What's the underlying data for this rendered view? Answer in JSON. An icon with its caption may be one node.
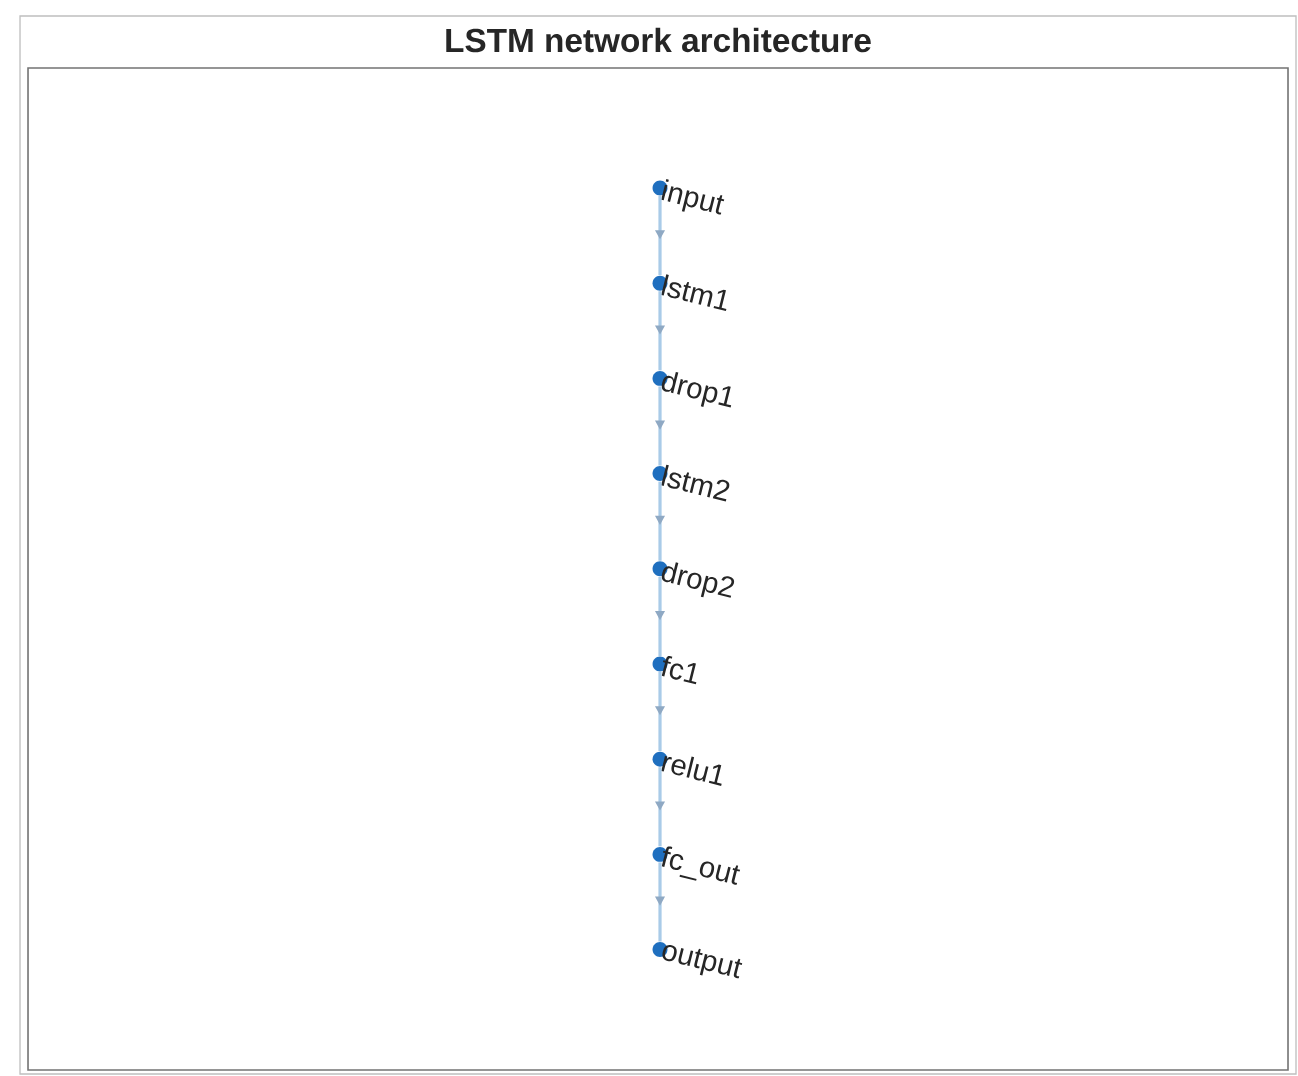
{
  "diagram": {
    "title": "LSTM network architecture",
    "nodes": [
      {
        "text": [],
        "shape": "circle",
        "beside": [
          "input"
        ]
      },
      {
        "text": [],
        "shape": "circle",
        "beside": [
          "lstm1"
        ]
      },
      {
        "text": [],
        "shape": "circle",
        "beside": [
          "drop1"
        ]
      },
      {
        "text": [],
        "shape": "circle",
        "beside": [
          "lstm2"
        ]
      },
      {
        "text": [],
        "shape": "circle",
        "beside": [
          "drop2"
        ]
      },
      {
        "text": [],
        "shape": "circle",
        "beside": [
          "fc1"
        ]
      },
      {
        "text": [],
        "shape": "circle",
        "beside": [
          "relu1"
        ]
      },
      {
        "text": [],
        "shape": "circle",
        "beside": [
          "fc_out"
        ]
      },
      {
        "text": [],
        "shape": "circle",
        "beside": [
          "output"
        ]
      }
    ],
    "edges": [
      {
        "from": 0,
        "to": 1,
        "arrow": "to"
      },
      {
        "from": 1,
        "to": 2,
        "arrow": "to"
      },
      {
        "from": 2,
        "to": 3,
        "arrow": "to"
      },
      {
        "from": 3,
        "to": 4,
        "arrow": "to"
      },
      {
        "from": 4,
        "to": 5,
        "arrow": "to"
      },
      {
        "from": 5,
        "to": 6,
        "arrow": "to"
      },
      {
        "from": 6,
        "to": 7,
        "arrow": "to"
      },
      {
        "from": 7,
        "to": 8,
        "arrow": "to"
      }
    ]
  }
}
